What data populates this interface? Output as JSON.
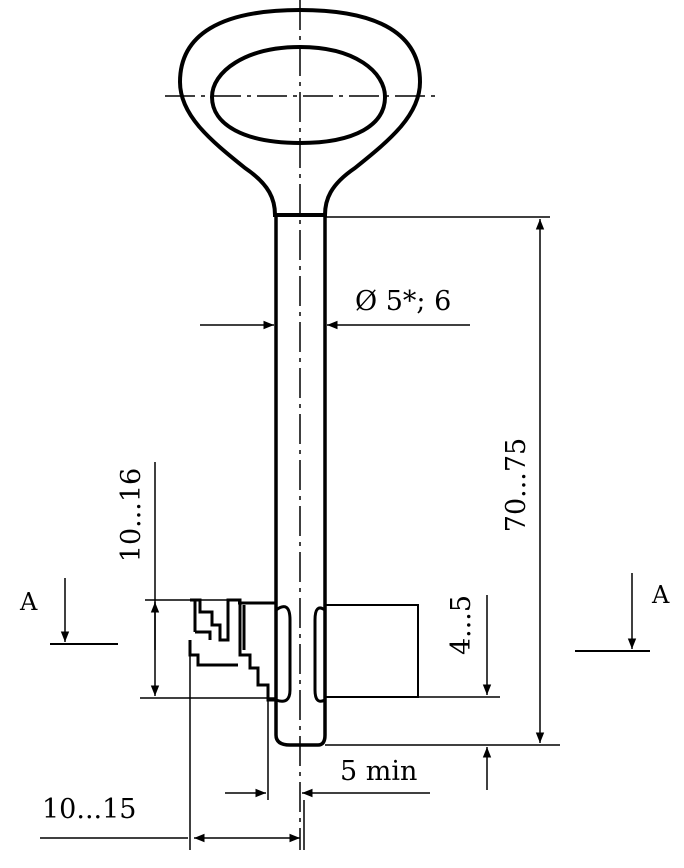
{
  "labels": {
    "shank_diameter": "Ø 5*; 6",
    "shank_length": "70...75",
    "bit_height": "10...16",
    "bit_width": "10...15",
    "step": "4...5",
    "min_gap": "5 min",
    "section_left": "A",
    "section_right": "A"
  },
  "colors": {
    "ink": "#000000",
    "paper": "#ffffff"
  }
}
